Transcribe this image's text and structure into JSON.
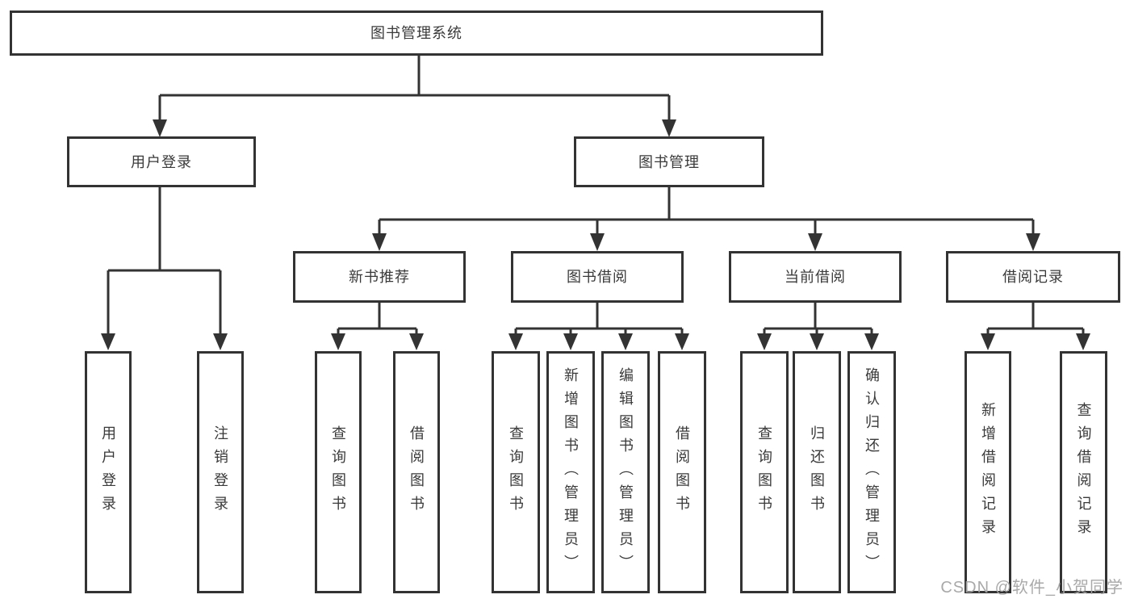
{
  "diagram": {
    "watermark": "CSDN @软件_小贺同学",
    "colors": {
      "line": "#333333",
      "border": "#333333",
      "text": "#3a3a3a",
      "watermark": "#a4a4a4",
      "background": "#ffffff"
    },
    "root": {
      "label": "图书管理系统"
    },
    "branches": [
      {
        "label": "用户登录",
        "children": [
          {
            "label": "用户登录"
          },
          {
            "label": "注销登录"
          }
        ]
      },
      {
        "label": "图书管理",
        "children": [
          {
            "label": "新书推荐",
            "children": [
              {
                "label": "查询图书"
              },
              {
                "label": "借阅图书"
              }
            ]
          },
          {
            "label": "图书借阅",
            "children": [
              {
                "label": "查询图书"
              },
              {
                "label": "新增图书（管理员）"
              },
              {
                "label": "编辑图书（管理员）"
              },
              {
                "label": "借阅图书"
              }
            ]
          },
          {
            "label": "当前借阅",
            "children": [
              {
                "label": "查询图书"
              },
              {
                "label": "归还图书"
              },
              {
                "label": "确认归还（管理员）"
              }
            ]
          },
          {
            "label": "借阅记录",
            "children": [
              {
                "label": "新增借阅记录"
              },
              {
                "label": "查询借阅记录"
              }
            ]
          }
        ]
      }
    ]
  }
}
